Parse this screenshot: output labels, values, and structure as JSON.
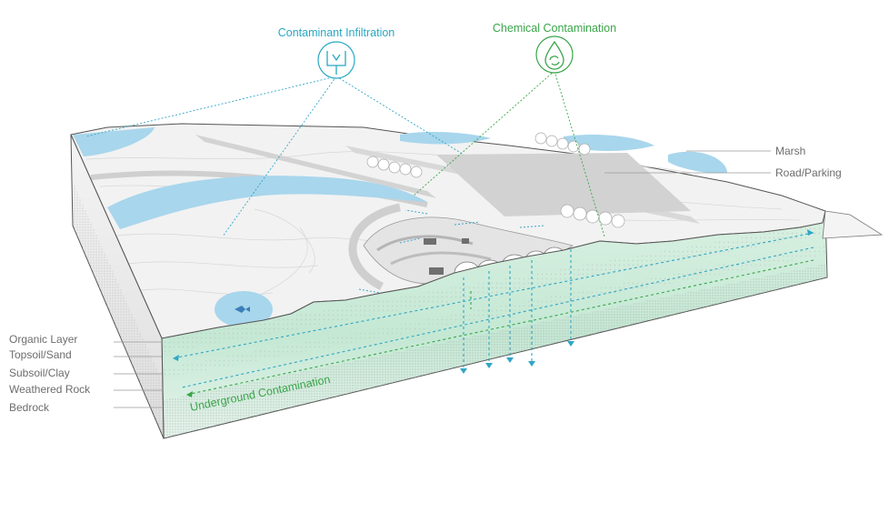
{
  "callouts": {
    "infiltration": {
      "title": "Contaminant Infiltration",
      "color": "#29a8c4",
      "icon": "funnel-drain-icon"
    },
    "chemical": {
      "title": "Chemical Contamination",
      "color": "#3aa54a",
      "icon": "chemical-drop-recycle-icon"
    }
  },
  "right_labels": {
    "marsh": "Marsh",
    "road": "Road/Parking"
  },
  "strata_labels": {
    "organic": "Organic Layer",
    "topsoil": "Topsoil/Sand",
    "subsoil": "Subsoil/Clay",
    "weathered": "Weathered Rock",
    "bedrock": "Bedrock"
  },
  "underground_label": "Underground Contamination",
  "colors": {
    "water": "#a8d6ec",
    "water_dark": "#5ea9d2",
    "green_tint": "#cdebd9",
    "ground": "#f1f1f1",
    "leader": "#9a9a9a"
  }
}
